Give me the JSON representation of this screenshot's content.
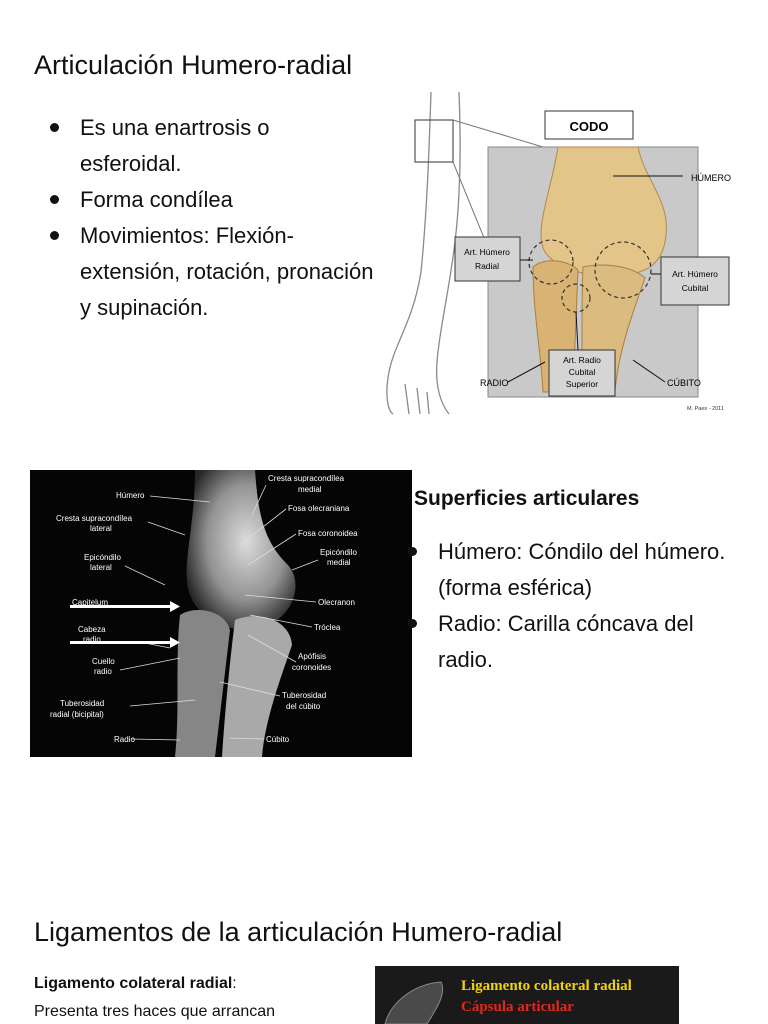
{
  "section1": {
    "title": "Articulación Humero-radial",
    "bullets": [
      "Es una enartrosis o esferoidal.",
      "Forma condílea",
      "Movimientos: Flexión-extensión, rotación, pronación y supinación."
    ],
    "figure": {
      "box_label": "CODO",
      "labels": {
        "humero": "HÚMERO",
        "art_humero_radial_1": "Art. Húmero",
        "art_humero_radial_2": "Radial",
        "art_humero_cubital_1": "Art. Húmero",
        "art_humero_cubital_2": "Cubital",
        "art_radio_1": "Art. Radio",
        "art_radio_2": "Cubital",
        "art_radio_3": "Superior",
        "radio": "RADIO",
        "cubito": "CÚBITO",
        "credit": "M. Paes - 2011"
      }
    }
  },
  "section2": {
    "title": "Superficies articulares",
    "bullets": [
      "Húmero: Cóndilo del húmero. (forma esférica)",
      "Radio: Carilla cóncava del radio."
    ],
    "xray_labels": {
      "humero": "Húmero",
      "cresta_lateral_1": "Cresta supracondílea",
      "cresta_lateral_2": "lateral",
      "epicondilo_lateral_1": "Epicóndilo",
      "epicondilo_lateral_2": "lateral",
      "capitelum": "Capitelum",
      "cabeza_radio_1": "Cabeza",
      "cabeza_radio_2": "radio",
      "cuello_radio_1": "Cuello",
      "cuello_radio_2": "radio",
      "tuberosidad_radial_1": "Tuberosidad",
      "tuberosidad_radial_2": "radial (bicipital)",
      "radio": "Radio",
      "cresta_medial_1": "Cresta supracondílea",
      "cresta_medial_2": "medial",
      "fosa_olecraniana": "Fosa olecraniana",
      "fosa_coronoidea": "Fosa coronoidea",
      "epicondilo_medial_1": "Epicóndilo",
      "epicondilo_medial_2": "medial",
      "olecranon": "Olecranon",
      "troclea": "Tróclea",
      "apofisis_1": "Apófisis",
      "apofisis_2": "coronoides",
      "tuberosidad_cubito_1": "Tuberosidad",
      "tuberosidad_cubito_2": "del cúbito",
      "cubito": "Cúbito"
    }
  },
  "section3": {
    "title": "Ligamentos de la articulación Humero-radial",
    "lig_label": "Ligamento colateral radial",
    "lig_colon": ":",
    "lig_text": "Presenta tres haces que arrancan",
    "image_caption_1": "Ligamento colateral radial",
    "image_caption_2": "Cápsula articular"
  }
}
